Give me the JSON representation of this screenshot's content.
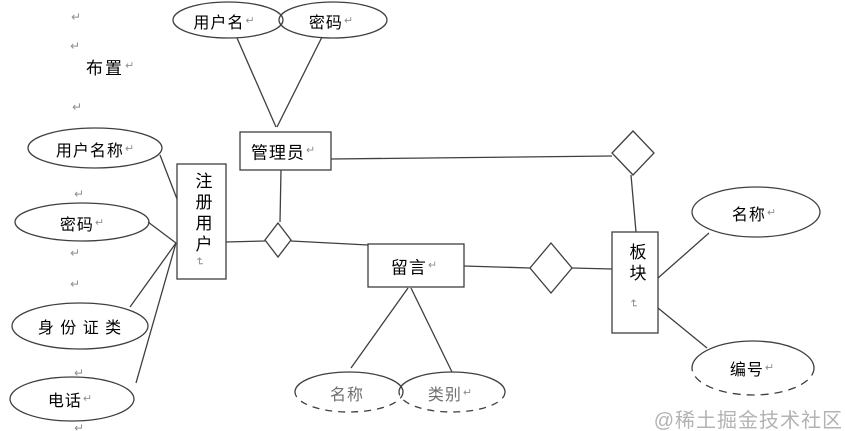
{
  "texts": {
    "layout_label": "布置",
    "watermark": "@稀土掘金技术社区",
    "return_mark": "↵"
  },
  "entities": {
    "admin": "管理员",
    "registered_user": "注册用户",
    "message": "留言",
    "board": "板块"
  },
  "attributes": {
    "username_top": "用户名",
    "password_top": "密码",
    "user_name": "用户名称",
    "password_left": "密码",
    "id_type": "身 份 证 类",
    "phone": "电话",
    "name_bottom": "名称",
    "category": "类别",
    "name_right": "名称",
    "number": "编号"
  },
  "diagram": {
    "type": "entity-relationship",
    "notes": "Chen-style ER diagram; diamonds are unlabeled relationship symbols; bottom ellipses 名称/类别 and 编号 have dashed lower halves",
    "edges": [
      [
        "用户名",
        "管理员"
      ],
      [
        "密码(top)",
        "管理员"
      ],
      [
        "用户名称",
        "注册用户"
      ],
      [
        "密码(left)",
        "注册用户"
      ],
      [
        "身份证类",
        "注册用户"
      ],
      [
        "电话",
        "注册用户"
      ],
      [
        "管理员",
        "diamond-1",
        "注册用户"
      ],
      [
        "注册用户",
        "diamond-1",
        "留言"
      ],
      [
        "管理员",
        "diamond-2",
        "板块"
      ],
      [
        "留言",
        "diamond-3",
        "板块"
      ],
      [
        "留言",
        "名称(bottom)"
      ],
      [
        "留言",
        "类别"
      ],
      [
        "板块",
        "名称(right)"
      ],
      [
        "板块",
        "编号"
      ]
    ]
  },
  "colors": {
    "stroke": "#3f3f3f",
    "text": "#000000",
    "paragraph_mark": "#8f8f8f",
    "faded_text": "#6f6f6f",
    "watermark": "#b3b3b3"
  }
}
